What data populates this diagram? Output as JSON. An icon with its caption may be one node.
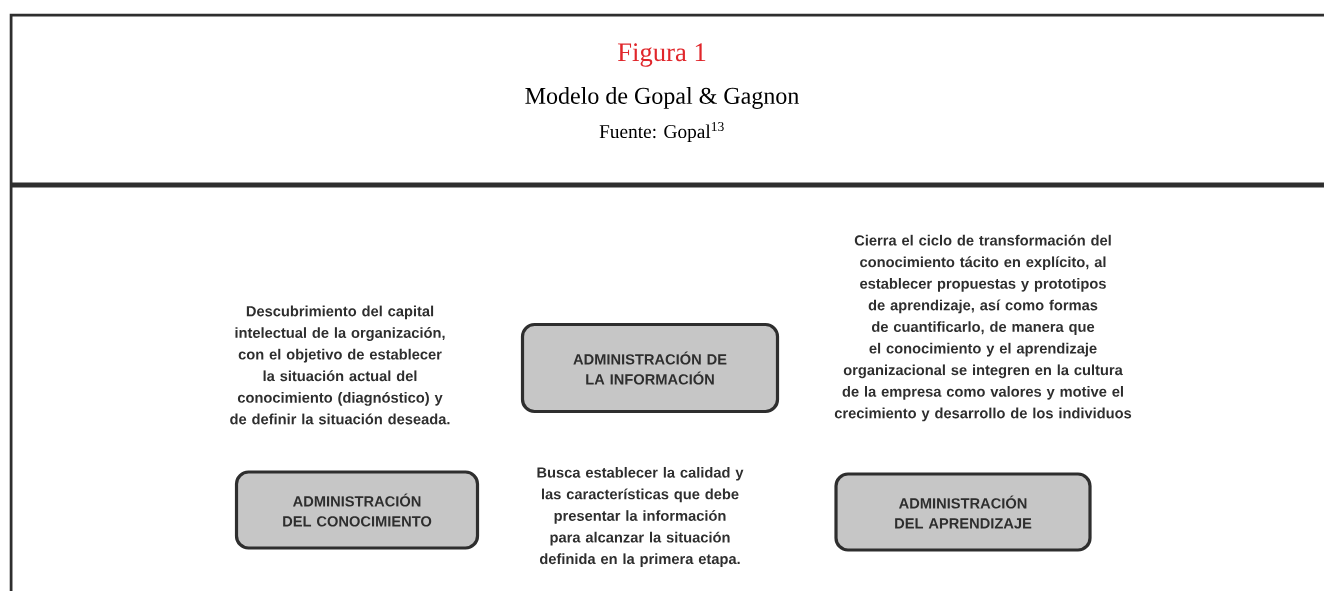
{
  "diagram": {
    "title": "Figura 1",
    "nodes": [
      {
        "text": [
          "ADMINISTRACIÓN DEL CONOCIMIENTO"
        ]
      },
      {
        "text": [
          "ADMINISTRACIÓN DE LA INFORMACIÓN"
        ]
      },
      {
        "text": [
          "ADMINISTRACIÓN DEL APRENDIZAJE"
        ]
      }
    ],
    "labels": [
      "Modelo de Gopal & Gagnon",
      "Fuente: Gopal$^{13}$",
      "Cierra el ciclo de transformación del conocimiento tácito en explícito, al establecer propuestas y prototipos de aprendizaje, así como formas de cuantificarlo, de manera que el conocimiento y el aprendizaje organizacional se integren en la cultura de la empresa como valores y motive el crecimiento y desarrollo de los individuos",
      "Descubrimiento del capital intelectual de la organización, con el objetivo de establecer la situación actual del conocimiento (diagnóstico) y de definir la situación deseada.",
      "Busca establecer la calidad y las características que debe presentar la información para alcanzar la situación definida en la primera etapa."
    ]
  }
}
